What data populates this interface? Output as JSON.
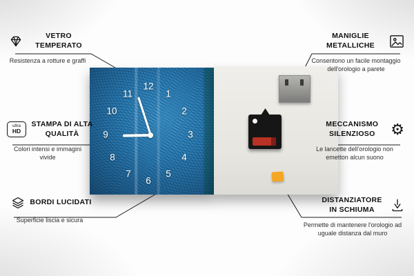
{
  "features": {
    "left": [
      {
        "title": "VETRO TEMPERATO",
        "desc": "Resistenza a rotture e graffi"
      },
      {
        "title": "STAMPA DI ALTA QUALITÀ",
        "desc": "Colori intensi e immagini vivide"
      },
      {
        "title": "BORDI LUCIDATI",
        "desc": "Superficie liscia e sicura"
      }
    ],
    "right": [
      {
        "title": "MANIGLIE METALLICHE",
        "desc": "Consentono un facile montaggio dell'orologio a parete"
      },
      {
        "title": "MECCANISMO SILENZIOSO",
        "desc": "Le lancette dell'orologio non emetton alcun suono"
      },
      {
        "title": "DISTANZIATORE IN SCHIUMA",
        "desc": "Permette di mantenere l'orologio ad uguale distanza dal muro"
      }
    ]
  },
  "icons": {
    "ultra_hd": {
      "line1": "ultra",
      "line2": "HD"
    },
    "gear_glyph": "⚙"
  },
  "clock": {
    "numbers": [
      "12",
      "1",
      "2",
      "3",
      "4",
      "5",
      "6",
      "7",
      "8",
      "9",
      "10",
      "11"
    ]
  },
  "colors": {
    "clock_blue": "#2b7cb3",
    "foam_orange": "#f5a623",
    "battery_red": "#b93226",
    "callout_line": "#1c1c1c"
  }
}
